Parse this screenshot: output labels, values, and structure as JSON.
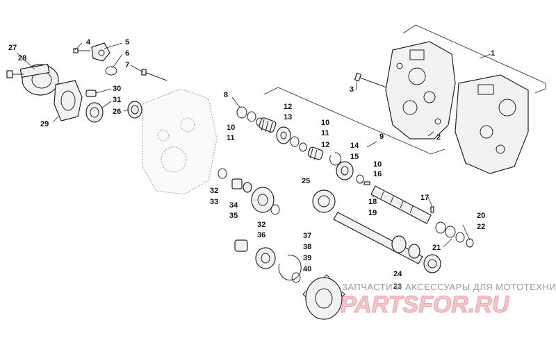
{
  "callouts": {
    "c1": "1",
    "c2": "2",
    "c3": "3",
    "c4": "4",
    "c5": "5",
    "c6": "6",
    "c7": "7",
    "c8": "8",
    "c9": "9",
    "c10a": "10",
    "c10b": "10",
    "c10c": "10",
    "c11a": "11",
    "c11b": "11",
    "c12a": "12",
    "c12b": "12",
    "c13": "13",
    "c14": "14",
    "c15": "15",
    "c16": "16",
    "c17": "17",
    "c18": "18",
    "c19": "19",
    "c20": "20",
    "c21": "21",
    "c22": "22",
    "c23": "23",
    "c24": "24",
    "c25": "25",
    "c26": "26",
    "c27": "27",
    "c28": "28",
    "c29": "29",
    "c30": "30",
    "c31": "31",
    "c32a": "32",
    "c32b": "32",
    "c33": "33",
    "c34": "34",
    "c35": "35",
    "c36": "36",
    "c37": "37",
    "c38": "38",
    "c39": "39",
    "c40": "40"
  },
  "watermark": {
    "caption": "ЗАПЧАСТИ И АКСЕССУАРЫ ДЛЯ МОТОТЕХНИКИ",
    "logo": "PARTSFOR.RU"
  },
  "colors": {
    "line": "#222222",
    "watermark_logo": "#f4c6cc",
    "watermark_text": "#9a9a9a"
  }
}
